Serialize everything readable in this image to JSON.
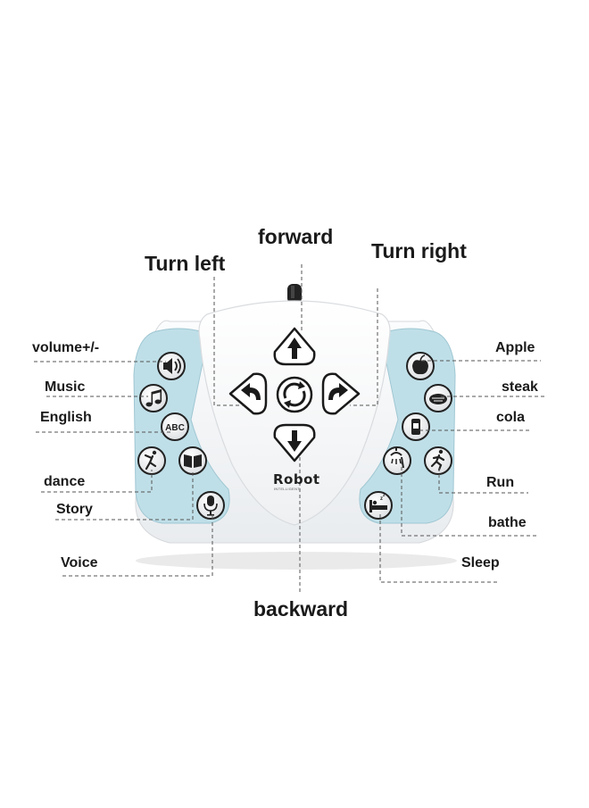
{
  "brand": {
    "name": "Robot",
    "subtitle": "INTELLIGENT"
  },
  "direction_labels": {
    "forward": "forward",
    "turn_left": "Turn left",
    "turn_right": "Turn right",
    "backward": "backward"
  },
  "left_labels": {
    "volume": "volume+/-",
    "music": "Music",
    "english": "English",
    "dance": "dance",
    "story": "Story",
    "voice": "Voice"
  },
  "right_labels": {
    "apple": "Apple",
    "steak": "steak",
    "cola": "cola",
    "run": "Run",
    "bathe": "bathe",
    "sleep": "Sleep"
  },
  "english_button_text": "ABC",
  "colors": {
    "side_panel": "#bfdfe8",
    "body": "#f7f8f9",
    "outline": "#1a1a1a"
  }
}
